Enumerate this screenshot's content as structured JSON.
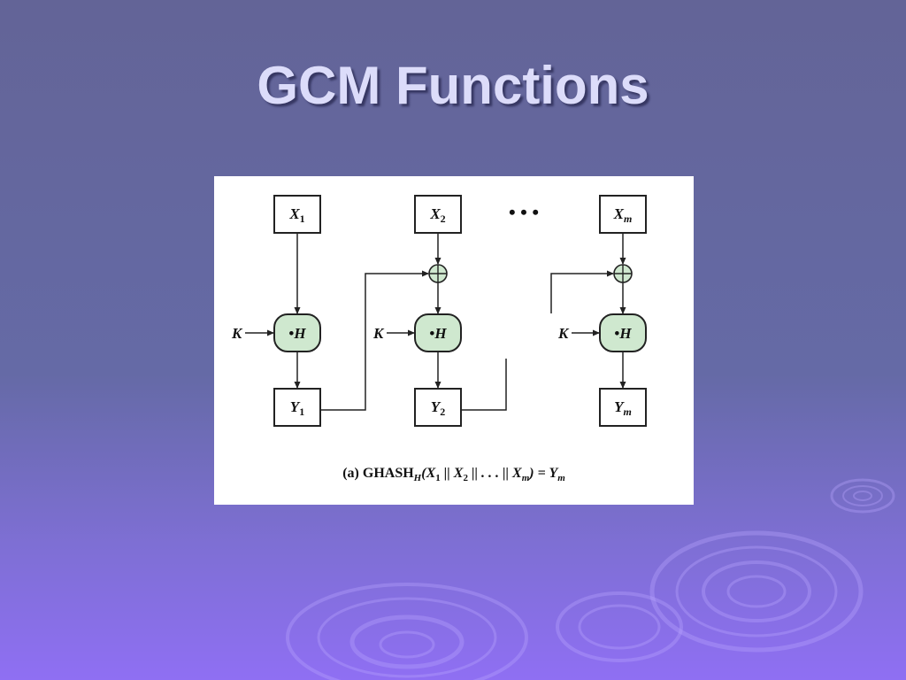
{
  "slide": {
    "title": "GCM Functions",
    "background_color_top": "#636497",
    "background_color_bottom": "#8f6ff3",
    "title_color": "#dcdcfa"
  },
  "diagram": {
    "inputs": [
      {
        "base": "X",
        "sub": "1"
      },
      {
        "base": "X",
        "sub": "2"
      },
      {
        "base": "X",
        "sub": "m"
      }
    ],
    "outputs": [
      {
        "base": "Y",
        "sub": "1"
      },
      {
        "base": "Y",
        "sub": "2"
      },
      {
        "base": "Y",
        "sub": "m"
      }
    ],
    "key_label": "K",
    "mult_label": "H",
    "ellipsis": "• • •",
    "node_color": "#cfe8cf",
    "caption": {
      "prefix": "(a) GHASH",
      "sub_h": "H",
      "open": "(X",
      "s1": "1",
      "mid1": " || X",
      "s2": "2",
      "mid2": " || . . . || X",
      "sm": "m",
      "close": ") = Y",
      "ym": "m"
    }
  }
}
